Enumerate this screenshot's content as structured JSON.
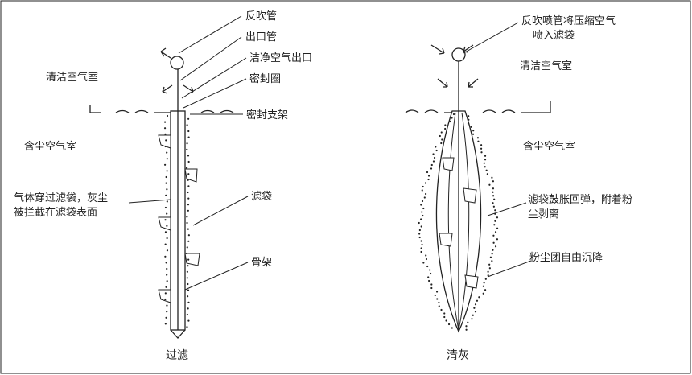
{
  "left": {
    "labels": {
      "blowpipe": "反吹管",
      "outlet_pipe": "出口管",
      "clean_air_outlet": "洁净空气出口",
      "seal_ring": "密封圈",
      "clean_chamber": "清洁空气室",
      "seal_bracket": "密封支架",
      "dusty_chamber": "含尘空气室",
      "gas_through_1": "气体穿过滤袋，灰尘",
      "gas_through_2": "被拦截在滤袋表面",
      "filter_bag": "滤袋",
      "cage": "骨架"
    },
    "caption": "过滤"
  },
  "right": {
    "labels": {
      "nozzle_1": "反吹喷管将压缩空气",
      "nozzle_2": "喷入滤袋",
      "clean_chamber": "清洁空气室",
      "dusty_chamber": "含尘空气室",
      "expand_1": "滤袋鼓胀回弹，附着粉",
      "expand_2": "尘剥离",
      "settle": "粉尘团自由沉降"
    },
    "caption": "清灰"
  }
}
